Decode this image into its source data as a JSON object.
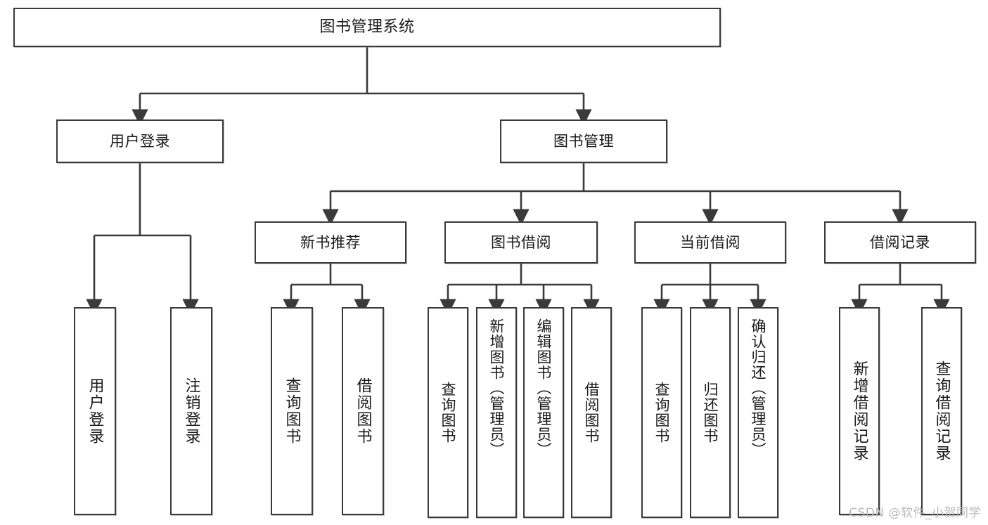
{
  "diagram": {
    "type": "tree",
    "title": "图书管理系统",
    "style": {
      "stroke": "#3a3a3a",
      "fill": "#ffffff",
      "text": "#1a1a1a",
      "watermark_color": "#b9b9b9"
    },
    "root": {
      "label": "图书管理系统"
    },
    "level2": [
      {
        "label": "用户登录"
      },
      {
        "label": "图书管理"
      }
    ],
    "level3": [
      {
        "label": "新书推荐"
      },
      {
        "label": "图书借阅"
      },
      {
        "label": "当前借阅"
      },
      {
        "label": "借阅记录"
      }
    ],
    "leaves": {
      "user_login": [
        {
          "label": "用户登录"
        },
        {
          "label": "注销登录"
        }
      ],
      "new_book_recommend": [
        {
          "label": "查询图书"
        },
        {
          "label": "借阅图书"
        }
      ],
      "book_borrow": [
        {
          "label": "查询图书"
        },
        {
          "label": "新增图书（管理员）"
        },
        {
          "label": "编辑图书（管理员）"
        },
        {
          "label": "借阅图书"
        }
      ],
      "current_borrow": [
        {
          "label": "查询图书"
        },
        {
          "label": "归还图书"
        },
        {
          "label": "确认归还（管理员）"
        }
      ],
      "borrow_record": [
        {
          "label": "新增借阅记录"
        },
        {
          "label": "查询借阅记录"
        }
      ]
    }
  },
  "watermark": {
    "text": "CSDN @软件_小贺同学"
  }
}
